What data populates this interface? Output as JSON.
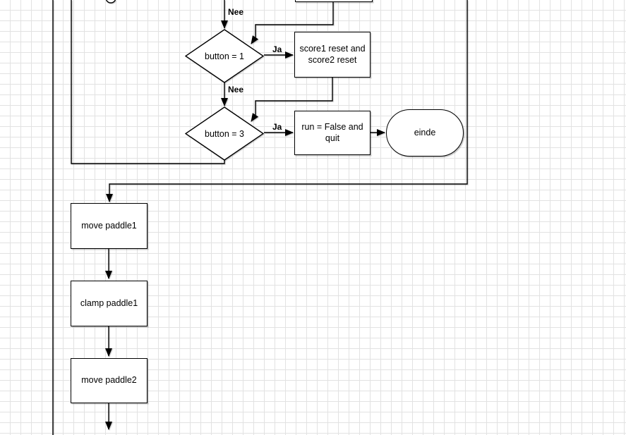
{
  "diagram": {
    "grid_color": "#e2e2e2",
    "shape_fill": "#ffffff",
    "stroke_color": "#000000",
    "nodes": {
      "decision_button1": "button = 1",
      "process_score_reset": "score1 reset and score2 reset",
      "decision_button3": "button = 3",
      "process_run_false": "run = False and quit",
      "terminator_einde": "einde",
      "process_move_paddle1": "move paddle1",
      "process_clamp_paddle1": "clamp paddle1",
      "process_move_paddle2": "move paddle2"
    },
    "edge_labels": {
      "nee_top": "Nee",
      "ja_button1": "Ja",
      "nee_button1": "Nee",
      "ja_button3": "Ja"
    }
  }
}
